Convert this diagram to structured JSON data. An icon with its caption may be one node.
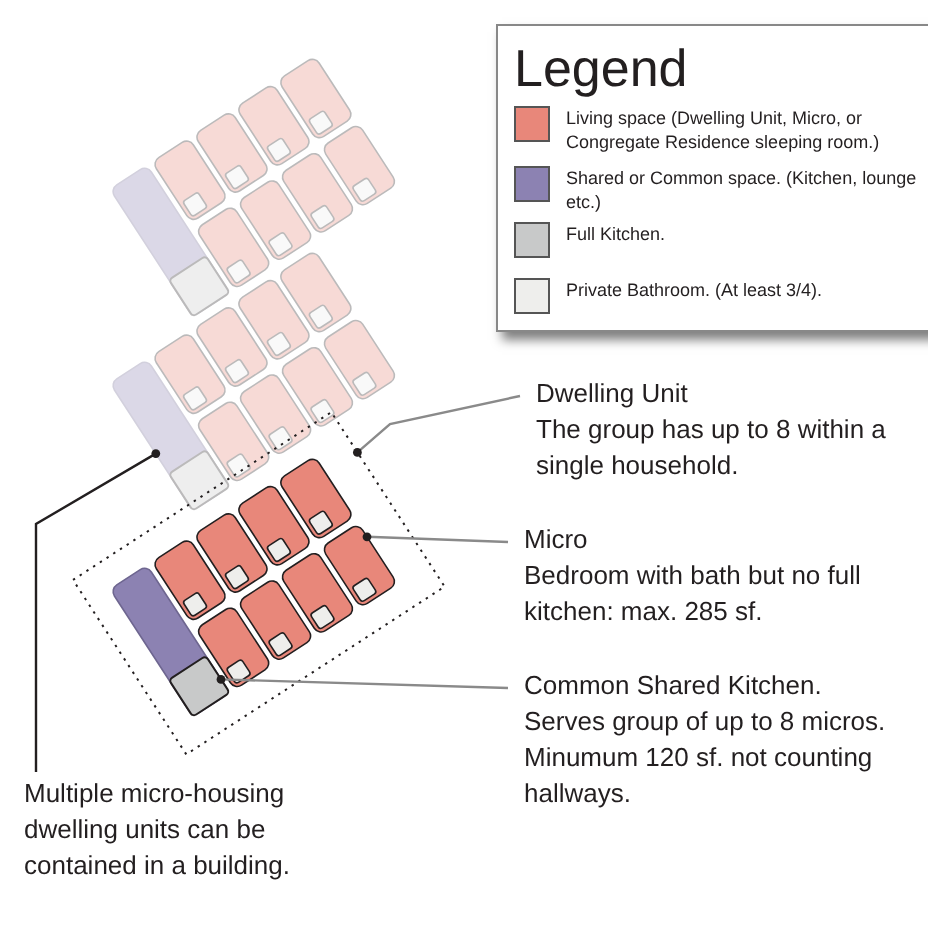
{
  "diagram": {
    "nodes": [
      {
        "text": [
          "Dwelling Unit",
          "The group has up to 8 within a single household."
        ]
      },
      {
        "text": [],
        "shape": "box"
      },
      {
        "text": [
          "Micro",
          "Bedroom with bath but no full kitchen: max. 285 sf."
        ]
      },
      {
        "text": [],
        "shape": "box",
        "in": 1
      },
      {
        "text": [
          "Common Shared Kitchen. Serves group of up to 8 micros. Minumum 120 sf.  not counting hallways."
        ]
      },
      {
        "text": [],
        "shape": "box",
        "in": 1
      },
      {
        "text": [
          "Multiple micro-housing dwelling units can be contained in a building."
        ]
      },
      {
        "text": [],
        "shape": "box"
      }
    ],
    "edges": [
      {
        "from": 0,
        "to": 1,
        "arrow": "other"
      },
      {
        "from": 2,
        "to": 3,
        "arrow": "other"
      },
      {
        "from": 4,
        "to": 5,
        "arrow": "other"
      },
      {
        "from": 6,
        "to": 7,
        "arrow": "other",
        "color": "#231f20"
      }
    ],
    "labels": [
      "Legend"
    ],
    "legend": [
      {
        "text": "Living space (Dwelling Unit, Micro, or Congregate Residence sleeping room.)",
        "color": "#e8877a"
      },
      {
        "text": "Shared or Common space. (Kitchen, lounge etc.)",
        "color": "#8c82b2"
      },
      {
        "text": "Full Kitchen.",
        "color": "#c8c9c9"
      },
      {
        "text": "Private Bathroom. (At least 3/4).",
        "color": "#eeeeec"
      }
    ]
  }
}
